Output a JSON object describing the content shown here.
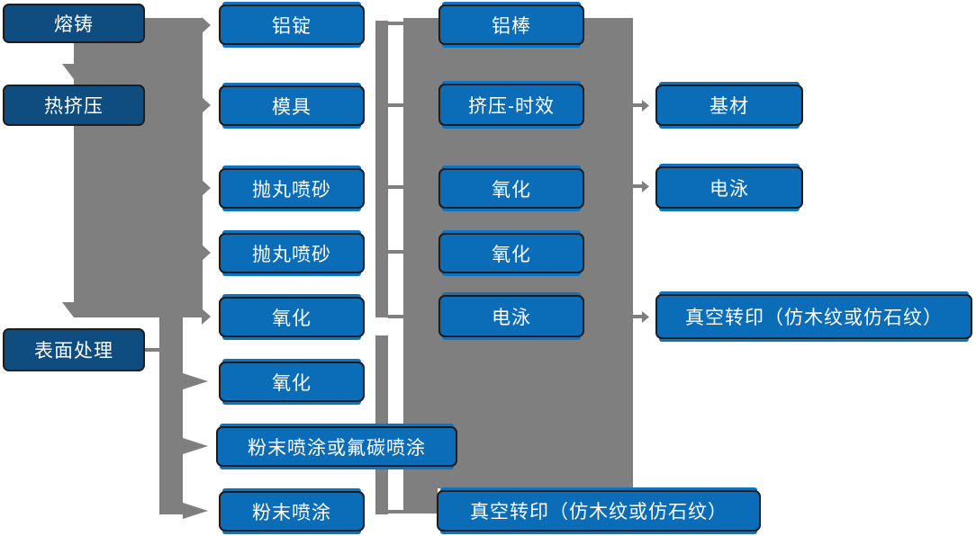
{
  "diagram": {
    "type": "process-flowchart",
    "background": "#ffffff",
    "colors": {
      "stage_box": "#0f4c80",
      "process_box": "#0b6cb7",
      "connector_gray": "#7f7f7f",
      "box_border": "#1d1d1d",
      "text": "#ffffff"
    },
    "nodes": {
      "rongzhu": "熔铸",
      "rejiya": "热挤压",
      "biaomian_chuli": "表面处理",
      "lvding": "铝锭",
      "muju": "模具",
      "paowan_pensha_1": "抛丸喷砂",
      "paowan_pensha_2": "抛丸喷砂",
      "yanghua_1": "氧化",
      "yanghua_2": "氧化",
      "fenmo_huo_futan_pentu": "粉末喷涂或氟碳喷涂",
      "fenmo_pentu": "粉末喷涂",
      "lvbang": "铝棒",
      "jiya_shixiao": "挤压-时效",
      "yanghua_3": "氧化",
      "yanghua_4": "氧化",
      "dianyong_1": "电泳",
      "zhenkong_zhuanyin_bottom": "真空转印（仿木纹或仿石纹）",
      "jicai": "基材",
      "dianyong_2": "电泳",
      "zhenkong_zhuanyin_top": "真空转印（仿木纹或仿石纹）"
    },
    "arrows": {
      "down_flow": [
        "熔铸 → 热挤压",
        "热挤压 → 表面处理"
      ],
      "from_main_band_to": [
        "铝锭",
        "模具",
        "抛丸喷砂",
        "抛丸喷砂",
        "氧化"
      ],
      "from_surface_band_to": [
        "氧化",
        "粉末喷涂或氟碳喷涂",
        "粉末喷涂"
      ],
      "col3_to_col4": [
        "挤压-时效 → 基材",
        "氧化 → 电泳",
        "电泳 → 真空转印（仿木纹或仿石纹）"
      ]
    }
  }
}
